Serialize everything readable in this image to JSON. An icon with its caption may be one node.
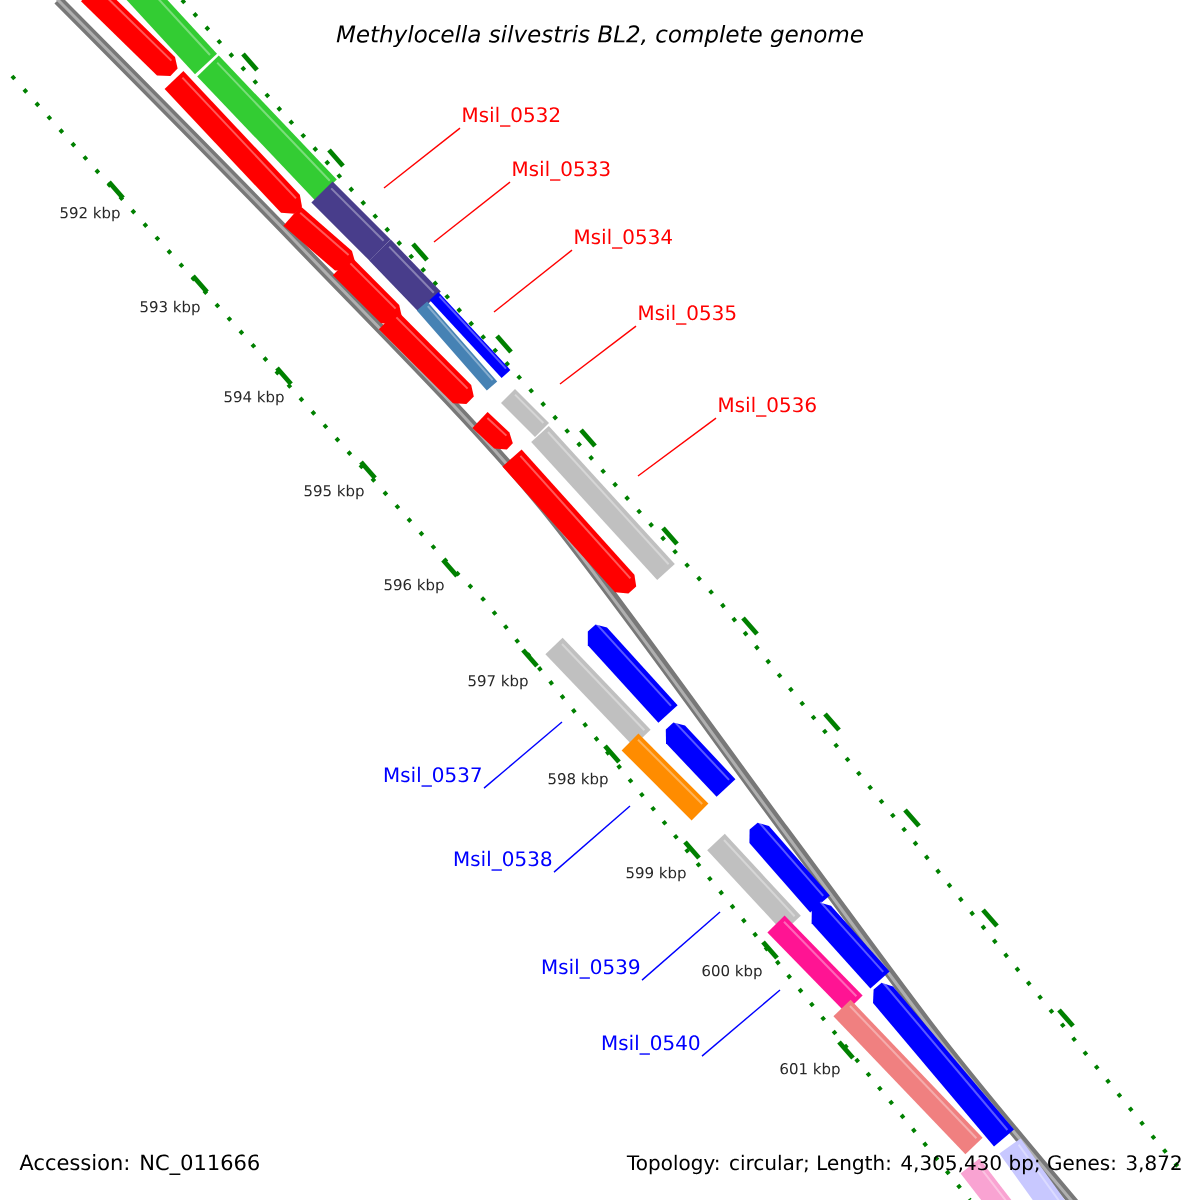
{
  "diagram": {
    "title": "Methylocella silvestris BL2, complete genome",
    "nodes": [
      {
        "text": [
          "Msil_0532"
        ]
      },
      {
        "text": [
          "Msil_0533"
        ]
      },
      {
        "text": [
          "Msil_0534"
        ]
      },
      {
        "text": [
          "Msil_0535"
        ]
      },
      {
        "text": [
          "Msil_0536"
        ]
      },
      {
        "text": [
          "Msil_0537"
        ]
      },
      {
        "text": [
          "Msil_0538"
        ]
      },
      {
        "text": [
          "Msil_0539"
        ]
      },
      {
        "text": [
          "Msil_0540"
        ]
      }
    ],
    "edges": [
      {
        "from": 0,
        "to": null,
        "arrow": "none"
      },
      {
        "from": 1,
        "to": null,
        "arrow": "none"
      },
      {
        "from": 2,
        "to": null,
        "arrow": "none"
      },
      {
        "from": 3,
        "to": null,
        "arrow": "none"
      },
      {
        "from": 4,
        "to": null,
        "arrow": "none"
      },
      {
        "from": 5,
        "to": null,
        "arrow": "none",
        "color": "#0000ff"
      },
      {
        "from": 6,
        "to": null,
        "arrow": "none",
        "color": "#0000ff"
      },
      {
        "from": 7,
        "to": null,
        "arrow": "none",
        "color": "#0000ff"
      },
      {
        "from": 8,
        "to": null,
        "arrow": "none",
        "color": "#0000ff"
      }
    ],
    "labels": [
      "592 kbp",
      "593 kbp",
      "594 kbp",
      "595 kbp",
      "596 kbp",
      "597 kbp",
      "598 kbp",
      "599 kbp",
      "600 kbp",
      "601 kbp",
      "Accession: NC_011666",
      "Topology: circular; Length: 4,305,430 bp; Genes: 3,872"
    ]
  }
}
